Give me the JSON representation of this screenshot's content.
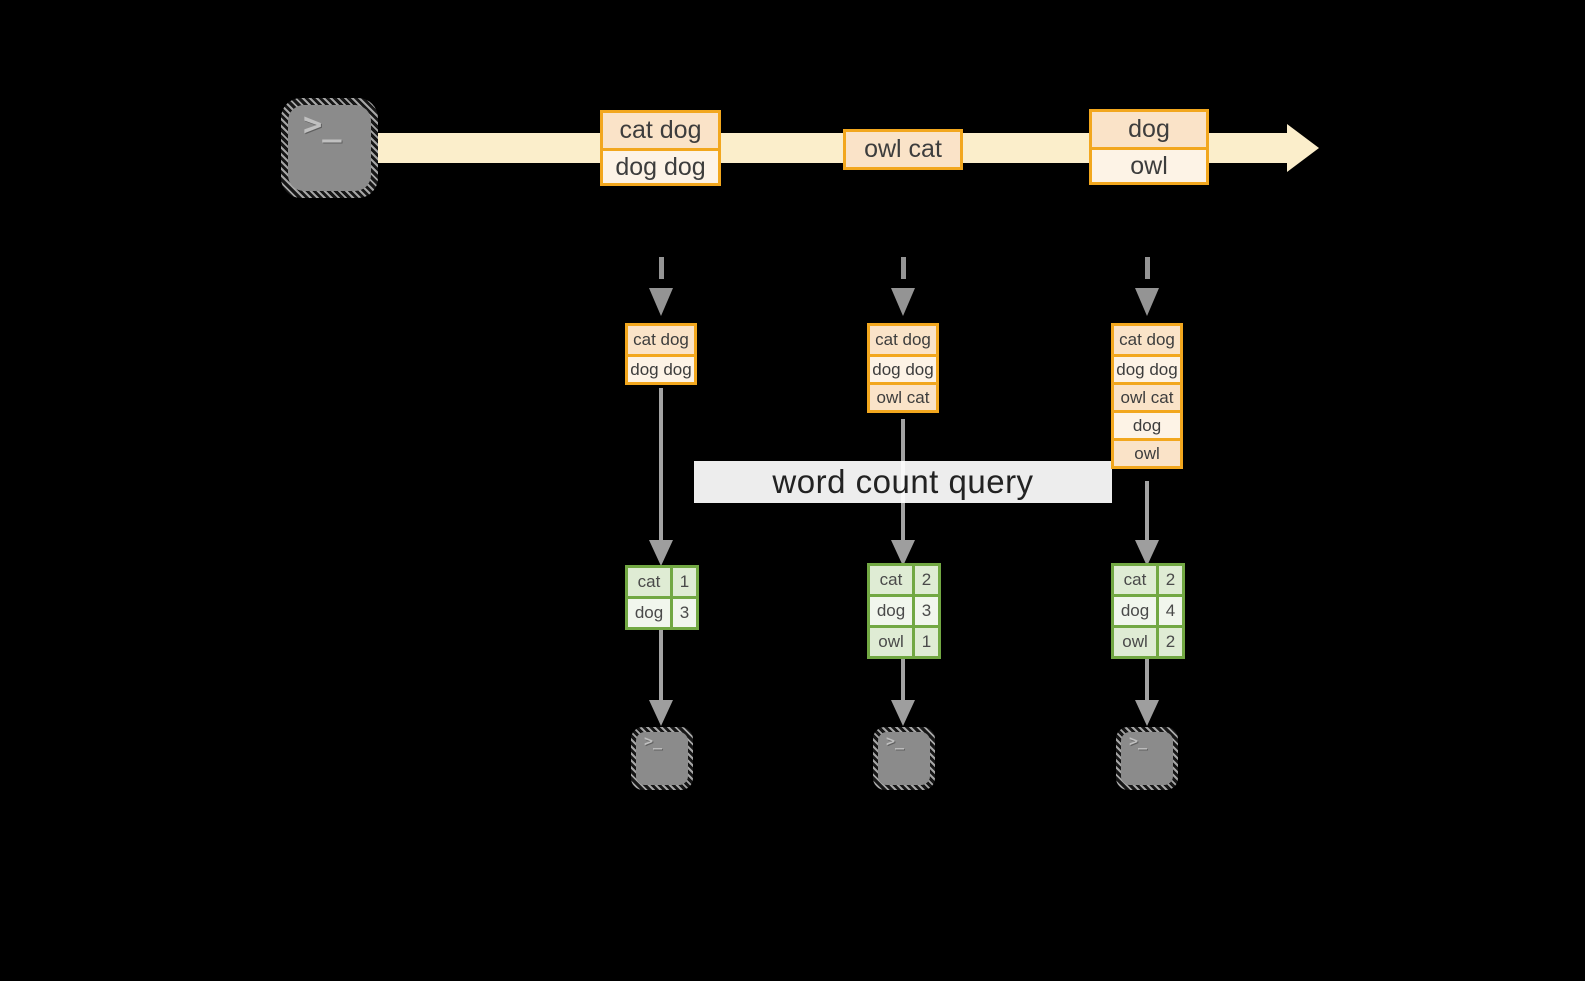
{
  "diagram": "spark-streaming word count over micro-batches",
  "colors": {
    "background": "#000000",
    "stream_band": "#fbeecb",
    "amber_border": "#f2a71e",
    "peach_dark": "#fae3c8",
    "peach_light": "#fdf3e6",
    "green_border": "#72a843",
    "green_cell": "#dfecd4",
    "green_cell_light": "#f1f6ed",
    "arrow_gray": "#9e9e9e",
    "terminal_gray": "#8b8b8b"
  },
  "source_terminal": {
    "icon": "terminal-icon",
    "prompt": ">_"
  },
  "query": {
    "label": "word count query"
  },
  "stream_batches": [
    {
      "lines": [
        "cat dog",
        "dog dog"
      ]
    },
    {
      "lines": [
        "owl cat"
      ]
    },
    {
      "lines": [
        "dog",
        "owl"
      ]
    }
  ],
  "columns": [
    {
      "accumulated_lines": [
        "cat dog",
        "dog dog"
      ],
      "word_counts": {
        "rows": [
          [
            "cat",
            "1"
          ],
          [
            "dog",
            "3"
          ]
        ]
      },
      "sink": {
        "icon": "terminal-icon",
        "prompt": ">_"
      }
    },
    {
      "accumulated_lines": [
        "cat dog",
        "dog dog",
        "owl cat"
      ],
      "word_counts": {
        "rows": [
          [
            "cat",
            "2"
          ],
          [
            "dog",
            "3"
          ],
          [
            "owl",
            "1"
          ]
        ]
      },
      "sink": {
        "icon": "terminal-icon",
        "prompt": ">_"
      }
    },
    {
      "accumulated_lines": [
        "cat dog",
        "dog dog",
        "owl cat",
        "dog",
        "owl"
      ],
      "word_counts": {
        "rows": [
          [
            "cat",
            "2"
          ],
          [
            "dog",
            "4"
          ],
          [
            "owl",
            "2"
          ]
        ]
      },
      "sink": {
        "icon": "terminal-icon",
        "prompt": ">_"
      }
    }
  ]
}
